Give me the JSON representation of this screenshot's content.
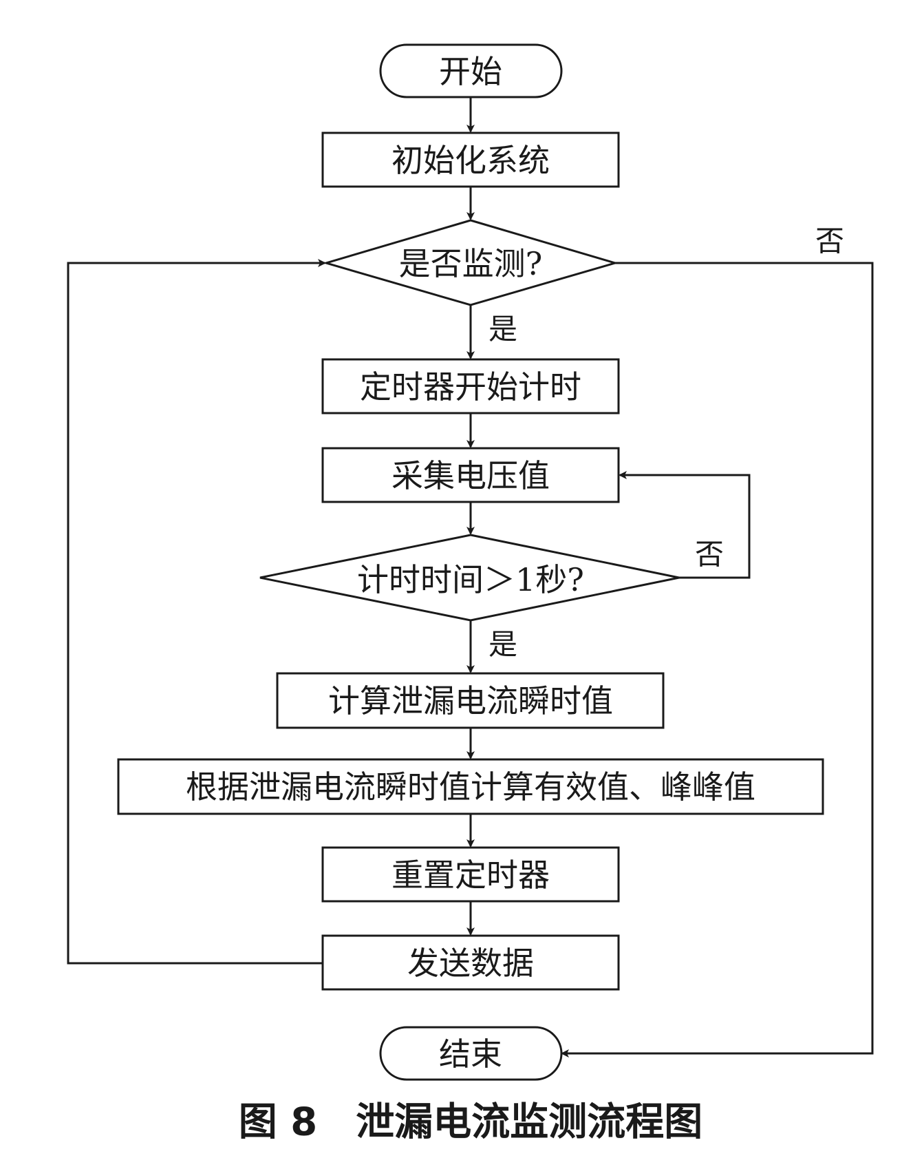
{
  "nodes": {
    "start": "开始",
    "init": "初始化系统",
    "monitor_decision": "是否监测?",
    "timer_start": "定时器开始计时",
    "sample_voltage": "采集电压值",
    "time_decision": "计时时间＞1秒?",
    "calc_instant": "计算泄漏电流瞬时值",
    "calc_rms": "根据泄漏电流瞬时值计算有效值、峰峰值",
    "reset_timer": "重置定时器",
    "send_data": "发送数据",
    "end": "结束"
  },
  "edge_labels": {
    "monitor_yes": "是",
    "monitor_no": "否",
    "time_yes": "是",
    "time_no": "否"
  },
  "caption": "图 8　泄漏电流监测流程图"
}
